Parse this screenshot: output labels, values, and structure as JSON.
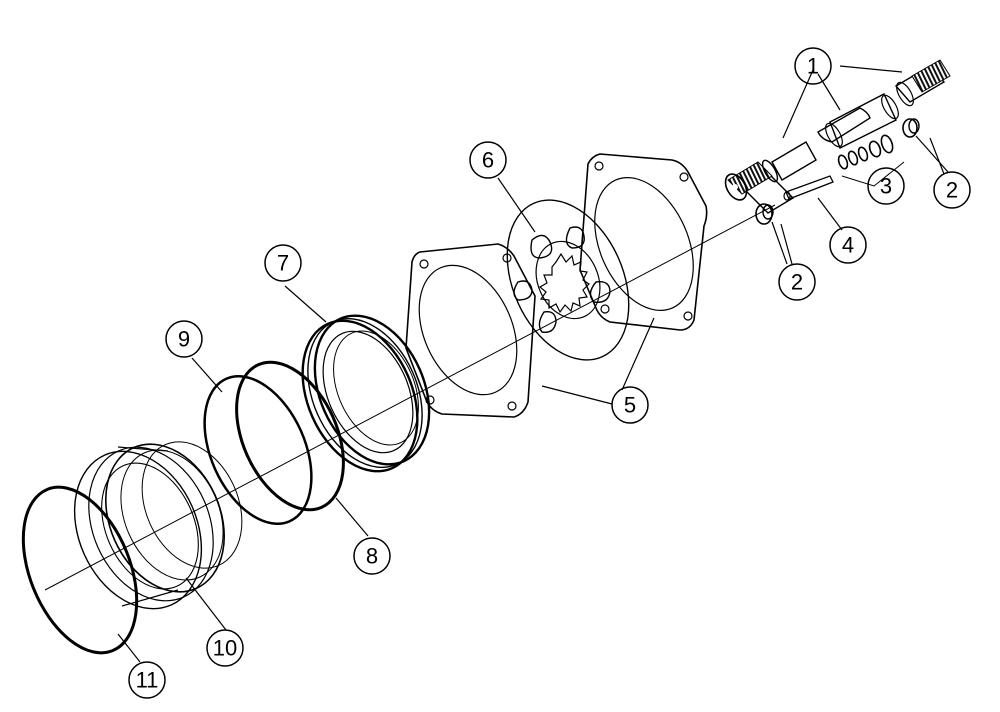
{
  "diagram": {
    "callouts": [
      {
        "id": "c1",
        "label": "1"
      },
      {
        "id": "c2a",
        "label": "2"
      },
      {
        "id": "c2b",
        "label": "2"
      },
      {
        "id": "c3",
        "label": "3"
      },
      {
        "id": "c4",
        "label": "4"
      },
      {
        "id": "c5",
        "label": "5"
      },
      {
        "id": "c6",
        "label": "6"
      },
      {
        "id": "c7",
        "label": "7"
      },
      {
        "id": "c8",
        "label": "8"
      },
      {
        "id": "c9",
        "label": "9"
      },
      {
        "id": "c10",
        "label": "10"
      },
      {
        "id": "c11",
        "label": "11"
      }
    ]
  },
  "colors": {
    "ink": "#000000",
    "paper": "#ffffff",
    "friction": "#888888"
  }
}
